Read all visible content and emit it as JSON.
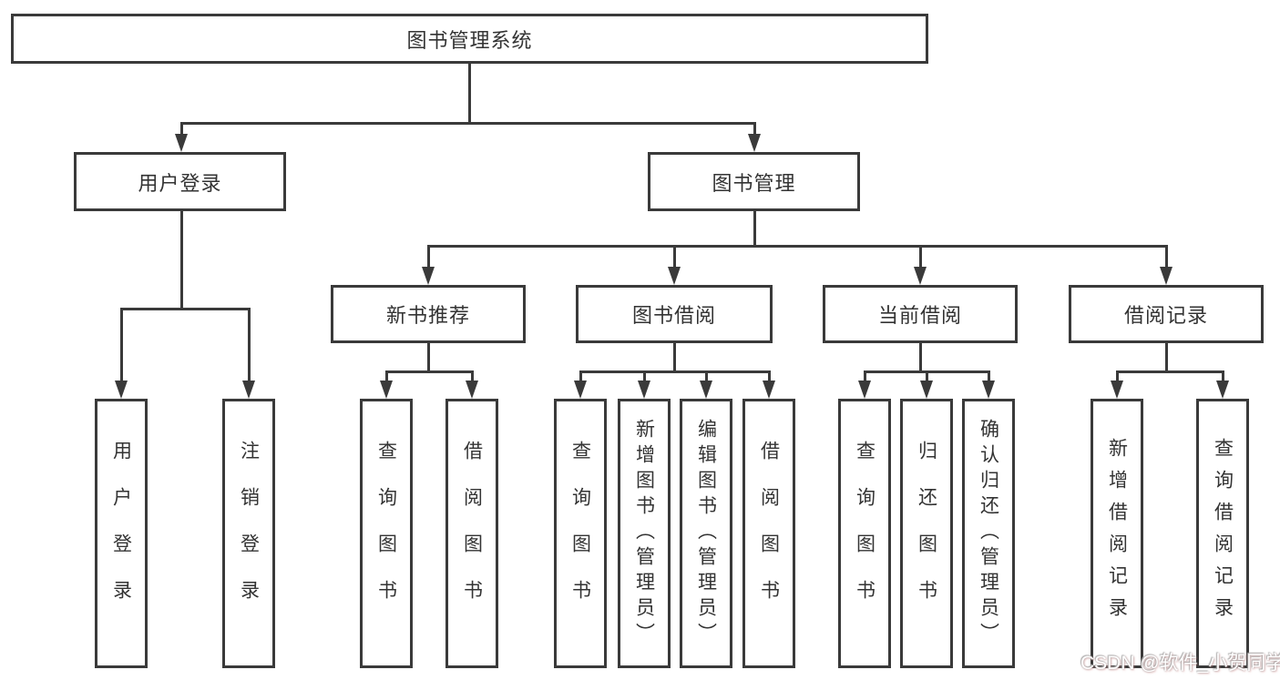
{
  "colors": {
    "line": "#3a3a3a",
    "text": "#333333",
    "background": "#ffffff",
    "watermark": "#ffffff"
  },
  "watermark": {
    "text": "CSDN @软件_小贺同学"
  },
  "tree": {
    "root": {
      "label": "图书管理系统",
      "children": [
        {
          "label": "用户登录",
          "children": [
            {
              "label": "用户登录"
            },
            {
              "label": "注销登录"
            }
          ]
        },
        {
          "label": "图书管理",
          "children": [
            {
              "label": "新书推荐",
              "children": [
                {
                  "label": "查询图书"
                },
                {
                  "label": "借阅图书"
                }
              ]
            },
            {
              "label": "图书借阅",
              "children": [
                {
                  "label": "查询图书"
                },
                {
                  "label": "新增图书（管理员）"
                },
                {
                  "label": "编辑图书（管理员）"
                },
                {
                  "label": "借阅图书"
                }
              ]
            },
            {
              "label": "当前借阅",
              "children": [
                {
                  "label": "查询图书"
                },
                {
                  "label": "归还图书"
                },
                {
                  "label": "确认归还（管理员）"
                }
              ]
            },
            {
              "label": "借阅记录",
              "children": [
                {
                  "label": "新增借阅记录"
                },
                {
                  "label": "查询借阅记录"
                }
              ]
            }
          ]
        }
      ]
    }
  }
}
